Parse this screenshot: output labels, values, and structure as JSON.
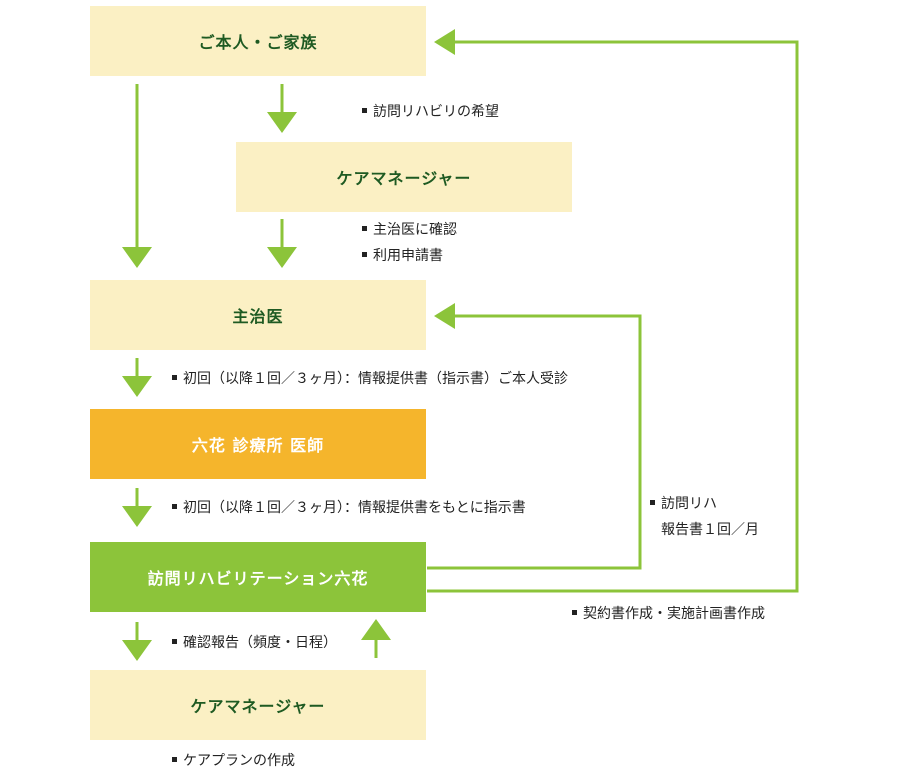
{
  "colors": {
    "arrow": "#8cc43a",
    "box_light": "#fbf0c4",
    "box_orange": "#f5b52c",
    "box_green": "#8cc43a",
    "label_dark_green": "#1e5a22"
  },
  "boxes": {
    "family": "ご本人・ご家族",
    "care_manager_top": "ケアマネージャー",
    "physician": "主治医",
    "rikka_doctor": "六花 診療所 医師",
    "rehab": "訪問リハビリテーション六花",
    "care_manager_bottom": "ケアマネージャー"
  },
  "notes": {
    "rehab_wish": "訪問リハビリの希望",
    "confirm_physician": "主治医に確認",
    "usage_application": "利用申請書",
    "first_visit_1": "初回（以降１回／３ヶ月）：情報提供書（指示書）ご本人受診",
    "first_visit_2": "初回（以降１回／３ヶ月）：情報提供書をもとに指示書",
    "confirm_report": "確認報告（頻度・日程）",
    "care_plan": "ケアプランの作成",
    "rehab_report_line1": "訪問リハ",
    "rehab_report_line2": "報告書１回／月",
    "contract": "契約書作成・実施計画書作成"
  }
}
